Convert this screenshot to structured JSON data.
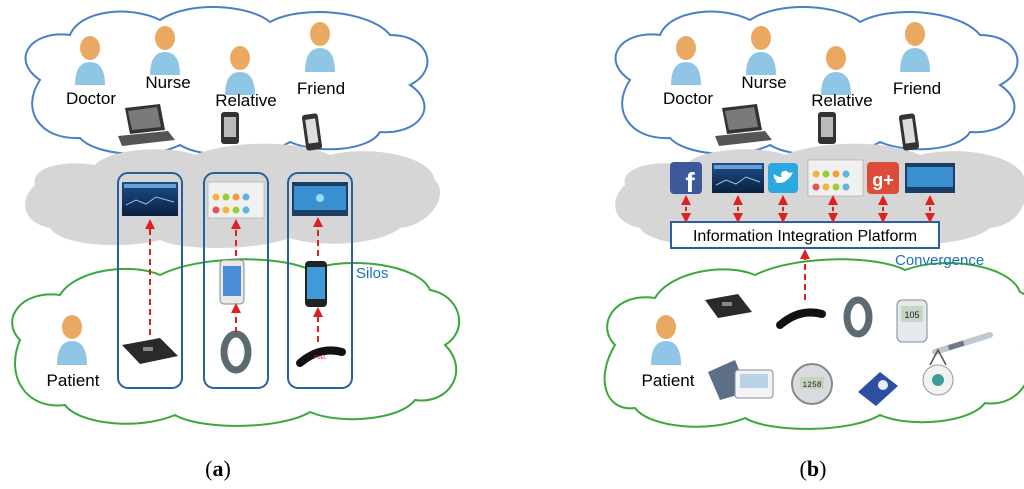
{
  "panel_a": {
    "people": [
      "Doctor",
      "Nurse",
      "Relative",
      "Friend"
    ],
    "patient": "Patient",
    "silos_label": "Silos",
    "caption_letter": "a"
  },
  "panel_b": {
    "people": [
      "Doctor",
      "Nurse",
      "Relative",
      "Friend"
    ],
    "patient": "Patient",
    "platform_label": "Information Integration Platform",
    "convergence_label": "Convergence",
    "caption_letter": "b"
  },
  "colors": {
    "top_cloud_stroke": "#4a7fc8",
    "bottom_cloud_stroke": "#3aa83a",
    "middle_cloud_fill": "#d6d6d6",
    "silo_stroke": "#2a5f9e",
    "arrow": "#e02020",
    "person_body": "#8fc6e6",
    "person_head": "#e9a962"
  },
  "icons": [
    "laptop-icon",
    "tablet-icon",
    "phone-icon",
    "facebook-icon",
    "twitter-icon",
    "google-plus-icon",
    "scale-icon",
    "wristband-icon",
    "smartphone-icon",
    "glucometer-icon",
    "thermometer-icon",
    "blood-pressure-icon",
    "pedometer-icon",
    "inhaler-icon",
    "alarm-pendant-icon"
  ]
}
